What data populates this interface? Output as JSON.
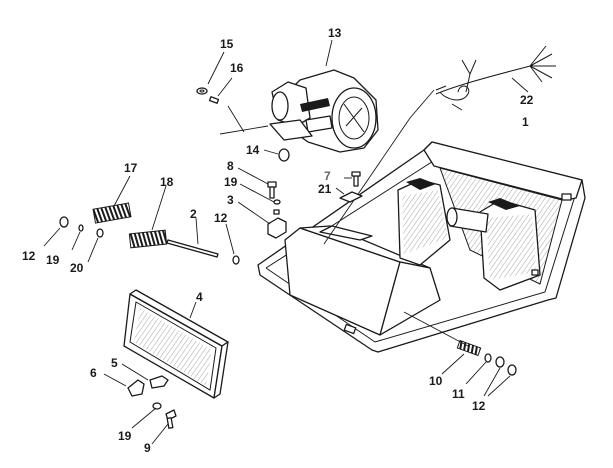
{
  "callouts": {
    "c1": "1",
    "c2": "2",
    "c3": "3",
    "c4": "4",
    "c5": "5",
    "c6": "6",
    "c7": "7",
    "c8": "8",
    "c9": "9",
    "c10": "10",
    "c11": "11",
    "c12a": "12",
    "c12b": "12",
    "c12c": "12",
    "c13": "13",
    "c14": "14",
    "c15": "15",
    "c16": "16",
    "c17": "17",
    "c18": "18",
    "c19a": "19",
    "c19b": "19",
    "c19c": "19",
    "c20": "20",
    "c21": "21",
    "c22": "22"
  }
}
